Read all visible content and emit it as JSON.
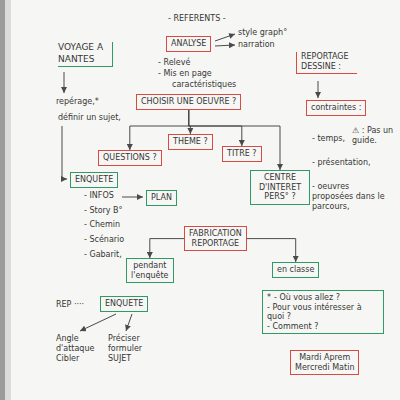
{
  "diagram": {
    "title": "VOYAGE A NANTES",
    "nodes": [
      {
        "text": [
          "ANALYSE"
        ]
      },
      {
        "text": [
          "CHOISIR UNE OEUVRE ?"
        ]
      },
      {
        "text": [
          "contraintes :"
        ]
      },
      {
        "text": [
          "THEME ?"
        ]
      },
      {
        "text": [
          "TITRE ?"
        ]
      },
      {
        "text": [
          "QUESTIONS ?"
        ]
      },
      {
        "text": [
          "CENTRE D'INTERET PERS° ?"
        ]
      },
      {
        "text": [
          "ENQUETE"
        ]
      },
      {
        "text": [
          "PLAN"
        ]
      },
      {
        "text": [
          "FABRICATION REPORTAGE"
        ]
      },
      {
        "text": [
          "pendant l'enquête"
        ]
      },
      {
        "text": [
          "en classe"
        ]
      },
      {
        "text": [
          "*",
          "- Où vous allez ?",
          "- Pour vous intéresser à quoi ?",
          "- Comment ?"
        ]
      },
      {
        "text": [
          "Mardi Aprem",
          "Mercredi Matin"
        ]
      },
      {
        "text": [
          "ENQUETE"
        ]
      }
    ],
    "edges": [
      {
        "from": 1,
        "to": 5,
        "arrow": "to"
      },
      {
        "from": 1,
        "to": 3,
        "arrow": "to"
      },
      {
        "from": 1,
        "to": 4,
        "arrow": "to"
      },
      {
        "from": 1,
        "to": 6,
        "arrow": "to"
      },
      {
        "from": 9,
        "to": 10,
        "arrow": "to"
      },
      {
        "from": 9,
        "to": 11,
        "arrow": "to"
      }
    ],
    "labels": [
      "- REFERENTS -",
      "style graph°",
      "narration",
      "- Relevé",
      "- Mis en page",
      "caractéristiques",
      "REPORTAGE DESSINE :",
      "repérage,*",
      "définir un sujet,",
      "- temps,",
      "- présentation,",
      "- oeuvres proposées dans le parcours,",
      "⚠ : Pas un guide.",
      "- INFOS",
      "- Story B°",
      "- Chemin",
      "- Scénario",
      "- Gabarit,",
      "REP ····",
      "Angle d'attaque Cibler",
      "Préciser formuler SUJET"
    ]
  }
}
